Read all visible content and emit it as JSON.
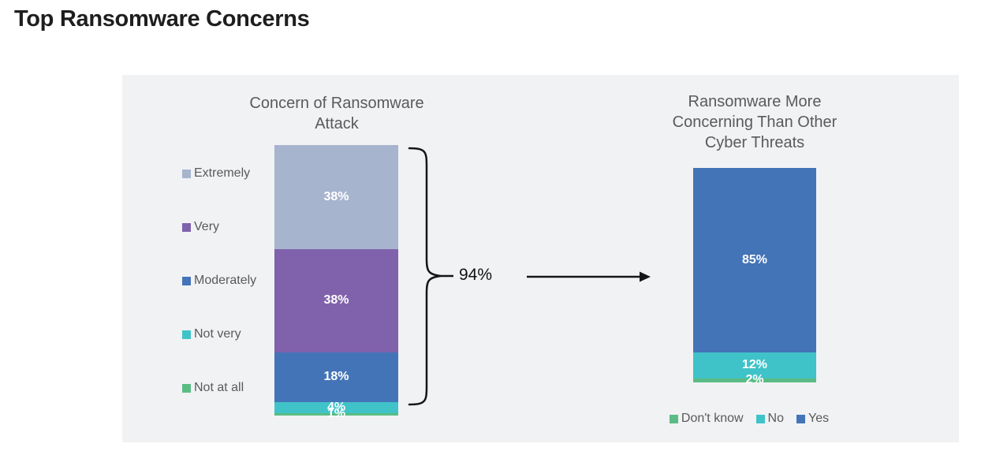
{
  "page": {
    "title": "Top Ransomware Concerns"
  },
  "chart_data": [
    {
      "type": "bar",
      "subtype": "100%-stacked-column",
      "title": "Concern of Ransomware Attack",
      "categories": [
        "Extremely",
        "Very",
        "Moderately",
        "Not very",
        "Not at all"
      ],
      "values": [
        38,
        38,
        18,
        4,
        1
      ],
      "labels": [
        "38%",
        "38%",
        "18%",
        "4%",
        "1%"
      ],
      "colors": [
        "#a7b4ce",
        "#8062ac",
        "#4474b8",
        "#40c3c8",
        "#5abc84"
      ],
      "legend_position": "left",
      "annotation": {
        "label": "94%",
        "spans": [
          "Extremely",
          "Very",
          "Moderately"
        ]
      }
    },
    {
      "type": "bar",
      "subtype": "100%-stacked-column",
      "title": "Ransomware More Concerning Than Other Cyber Threats",
      "categories": [
        "Yes",
        "No",
        "Don't know"
      ],
      "values": [
        85,
        12,
        2
      ],
      "labels": [
        "85%",
        "12%",
        "2%"
      ],
      "colors": [
        "#4474b8",
        "#40c3c8",
        "#5abc84"
      ],
      "legend_position": "bottom",
      "legend_items": [
        {
          "label": "Don't know",
          "color": "#5abc84"
        },
        {
          "label": "No",
          "color": "#40c3c8"
        },
        {
          "label": "Yes",
          "color": "#4474b8"
        }
      ]
    }
  ]
}
